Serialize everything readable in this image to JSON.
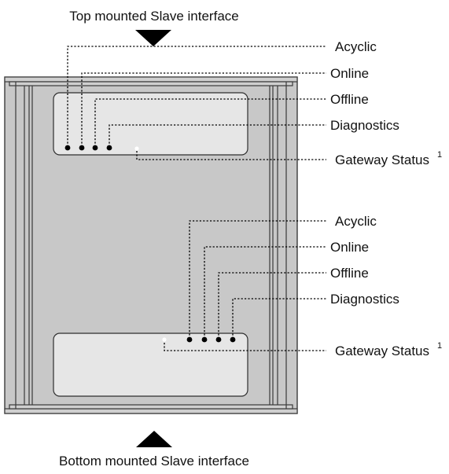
{
  "captions": {
    "top_interface": "Top mounted Slave interface",
    "bottom_interface": "Bottom mounted Slave interface"
  },
  "top_leds": {
    "acyclic": "Acyclic",
    "online": "Online",
    "offline": "Offline",
    "diagnostics": "Diagnostics",
    "gateway_status": "Gateway Status",
    "gateway_status_note": "1"
  },
  "bottom_leds": {
    "acyclic": "Acyclic",
    "online": "Online",
    "offline": "Offline",
    "diagnostics": "Diagnostics",
    "gateway_status": "Gateway Status",
    "gateway_status_note": "1"
  },
  "colors": {
    "housing": "#c8c8c8",
    "panel": "#e6e6e6",
    "led": "#000000",
    "status_led": "#ffffff"
  }
}
